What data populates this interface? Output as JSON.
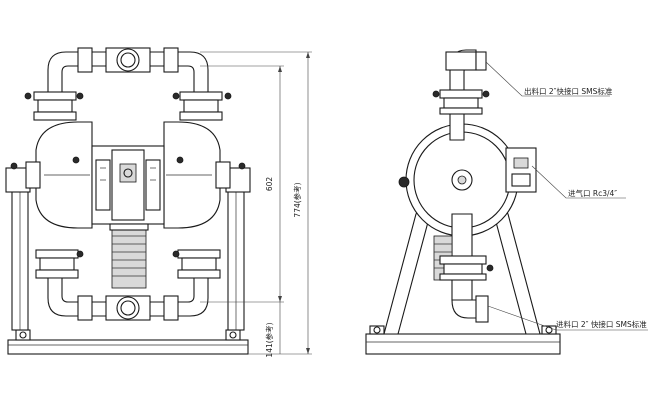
{
  "labels": {
    "outlet": "出料口 2″快接口 SMS标准",
    "air_inlet": "进气口 Rc3/4″",
    "inlet": "进料口 2″ 快接口 SMS标准"
  },
  "dimensions": {
    "total_height": "774(参考)",
    "center_height": "602",
    "base_height": "141(参考)"
  }
}
